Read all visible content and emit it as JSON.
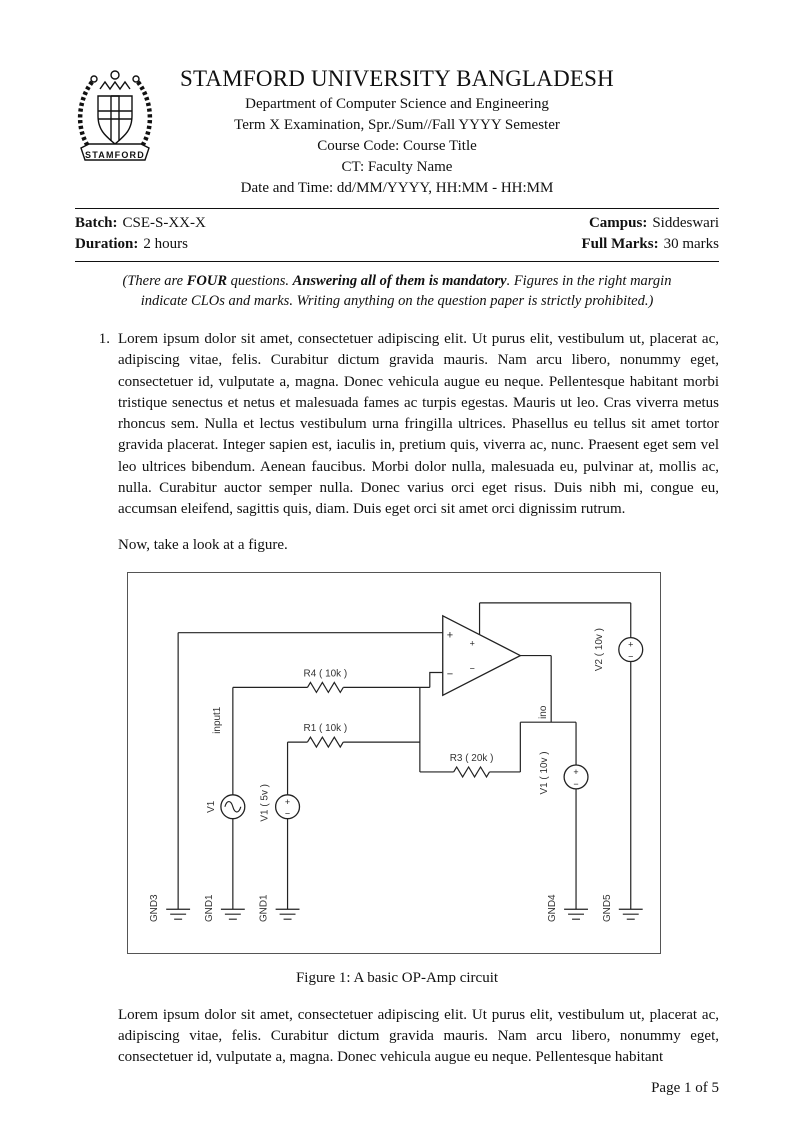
{
  "logo": {
    "banner": "STAMFORD"
  },
  "header": {
    "university": "STAMFORD UNIVERSITY BANGLADESH",
    "department": "Department of Computer Science and Engineering",
    "term_line": "Term X Examination, Spr./Sum//Fall YYYY Semester",
    "course_line": "Course Code: Course Title",
    "ct_line": "CT: Faculty Name",
    "datetime_line": "Date and Time: dd/MM/YYYY, HH:MM - HH:MM"
  },
  "meta": {
    "batch_label": "Batch:",
    "batch_value": "CSE-S-XX-X",
    "campus_label": "Campus:",
    "campus_value": "Siddeswari",
    "duration_label": "Duration:",
    "duration_value": "2 hours",
    "full_marks_label": "Full Marks:",
    "full_marks_value": "30 marks"
  },
  "note": {
    "part1": "(There are ",
    "bold1": "FOUR",
    "part2": " questions. ",
    "bold2": "Answering all of them is mandatory",
    "part3": ". Figures in the right margin indicate CLOs and marks. Writing anything on the question paper is strictly prohibited.)"
  },
  "question1": {
    "number": "1.",
    "body": "Lorem ipsum dolor sit amet, consectetuer adipiscing elit. Ut purus elit, vestibulum ut, placerat ac, adipiscing vitae, felis. Curabitur dictum gravida mauris. Nam arcu libero, nonummy eget, consectetuer id, vulputate a, magna. Donec vehicula augue eu neque. Pellentesque habitant morbi tristique senectus et netus et malesuada fames ac turpis egestas. Mauris ut leo. Cras viverra metus rhoncus sem. Nulla et lectus vestibulum urna fringilla ultrices. Phasellus eu tellus sit amet tortor gravida placerat. Integer sapien est, iaculis in, pretium quis, viverra ac, nunc. Praesent eget sem vel leo ultrices bibendum. Aenean faucibus. Morbi dolor nulla, malesuada eu, pulvinar at, mollis ac, nulla. Curabitur auctor semper nulla. Donec varius orci eget risus. Duis nibh mi, congue eu, accumsan eleifend, sagittis quis, diam. Duis eget orci sit amet orci dignissim rutrum.",
    "figure_intro": "Now, take a look at a figure."
  },
  "figure": {
    "caption": "Figure 1: A basic OP-Amp circuit",
    "labels": {
      "r4": "R4 ( 10k )",
      "r1": "R1 ( 10k )",
      "r3": "R3 ( 20k )",
      "input1": "input1",
      "v1": "V1",
      "v1_5v": "V1 ( 5v )",
      "v1_10v": "V1 ( 10v )",
      "v2_10v": "V2 ( 10v )",
      "ino": "ino",
      "gnd3": "GND3",
      "gnd1_a": "GND1",
      "gnd1_b": "GND1",
      "gnd4": "GND4",
      "gnd5": "GND5"
    },
    "signs": {
      "plus": "+",
      "minus": "−"
    }
  },
  "closing_paragraph": "Lorem ipsum dolor sit amet, consectetuer adipiscing elit. Ut purus elit, vestibulum ut, placerat ac, adipiscing vitae, felis. Curabitur dictum gravida mauris. Nam arcu libero, nonummy eget, consectetuer id, vulputate a, magna. Donec vehicula augue eu neque. Pellentesque habitant",
  "page": {
    "footer": "Page 1 of 5"
  }
}
